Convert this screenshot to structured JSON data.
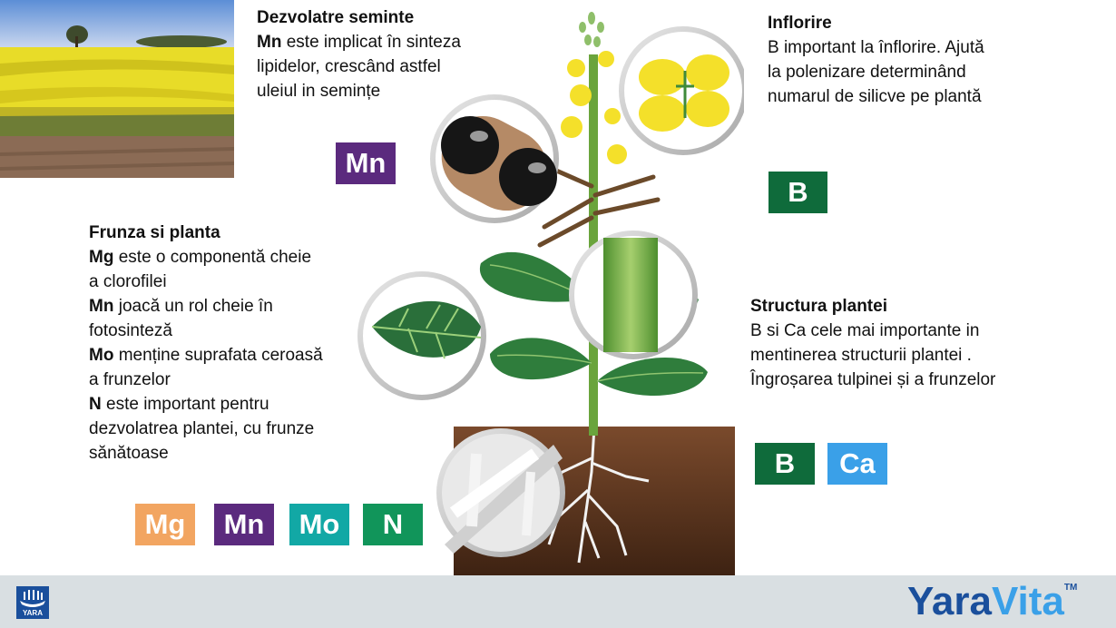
{
  "sections": {
    "seeds": {
      "title": "Dezvolatre seminte",
      "element": "Mn",
      "text": "este implicat în sinteza lipidelor, crescând astfel uleiul in semințe"
    },
    "leaf": {
      "title": "Frunza si planta",
      "items": [
        {
          "element": "Mg",
          "text": "este o componentă cheie a clorofilei"
        },
        {
          "element": "Mn",
          "text": "joacă un rol cheie în fotosinteză"
        },
        {
          "element": "Mo",
          "text": "menține suprafata ceroasă a frunzelor"
        },
        {
          "element": "N",
          "text": "este important pentru dezvolatrea plantei, cu frunze sănătoase"
        }
      ]
    },
    "flowering": {
      "title": "Inflorire",
      "text": "B important la înflorire. Ajută la polenizare determinând numarul de silicve pe plantă"
    },
    "structure": {
      "title": "Structura plantei",
      "text": "B si Ca cele mai importante in mentinerea structurii plantei . Îngroșarea tulpinei și a frunzelor"
    }
  },
  "badges": {
    "seeds_mn": {
      "label": "Mn",
      "color": "#5b2a7e"
    },
    "flower_b": {
      "label": "B",
      "color": "#0f6b3b"
    },
    "struct_b": {
      "label": "B",
      "color": "#0f6b3b"
    },
    "struct_ca": {
      "label": "Ca",
      "color": "#3aa0e8"
    },
    "leaf_mg": {
      "label": "Mg",
      "color": "#f2a561"
    },
    "leaf_mn": {
      "label": "Mn",
      "color": "#5b2a7e"
    },
    "leaf_mo": {
      "label": "Mo",
      "color": "#12a8a5"
    },
    "leaf_n": {
      "label": "N",
      "color": "#11955a"
    }
  },
  "footer": {
    "yara_logo_text": "YARA",
    "brand_part1": "Yara",
    "brand_part2": "Vita",
    "trademark": "TM"
  },
  "icons": [
    "rapeseed-field-photo",
    "rapeseed-plant-illustration",
    "seed-pod-magnifier",
    "flower-magnifier",
    "leaf-magnifier",
    "stem-magnifier",
    "root-magnifier",
    "yara-ship-logo"
  ]
}
